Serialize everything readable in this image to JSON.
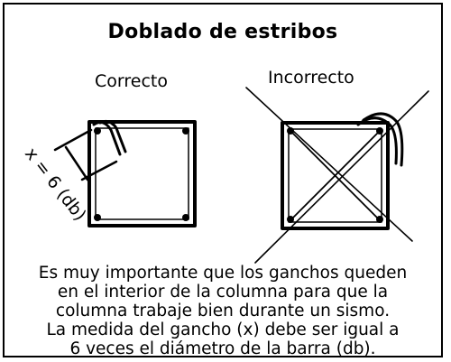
{
  "title": "Doblado de estribos",
  "labels": {
    "correct": "Correcto",
    "incorrect": "Incorrecto",
    "hook_measure": "x = 6 (db)"
  },
  "caption_lines": [
    "Es muy importante que los ganchos queden",
    "en el interior de la columna para que la",
    "columna trabaje bien durante un sismo.",
    "La medida del gancho (x) debe ser igual a",
    "6 veces el diámetro de la barra (db)."
  ]
}
